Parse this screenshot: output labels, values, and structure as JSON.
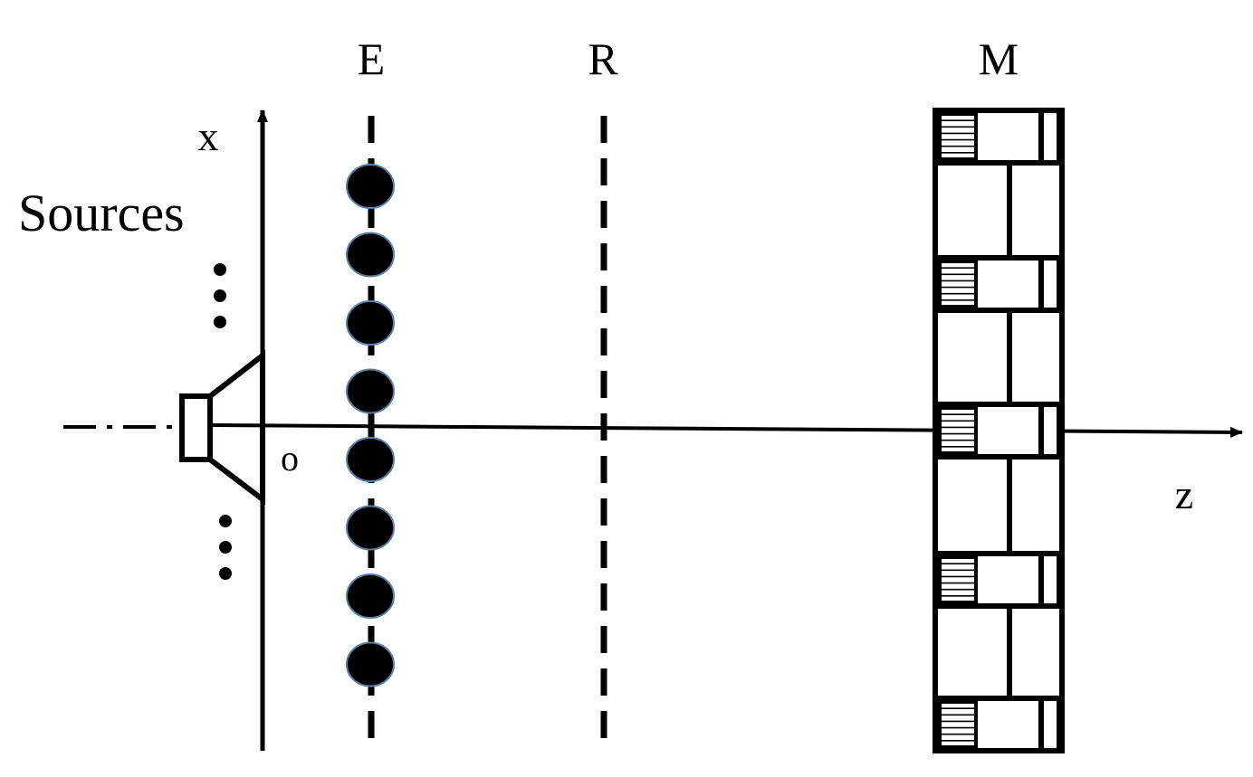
{
  "labels": {
    "E": "E",
    "R": "R",
    "M": "M",
    "x_axis": "x",
    "z_axis": "z",
    "origin": "o",
    "sources": "Sources"
  },
  "diagram": {
    "scatterer_count": 8,
    "metasurface_cell_count": 5,
    "colors": {
      "line": "#000000",
      "scatterer_fill": "#000000",
      "scatterer_stroke": "#5b7fa6",
      "background": "#ffffff"
    }
  }
}
